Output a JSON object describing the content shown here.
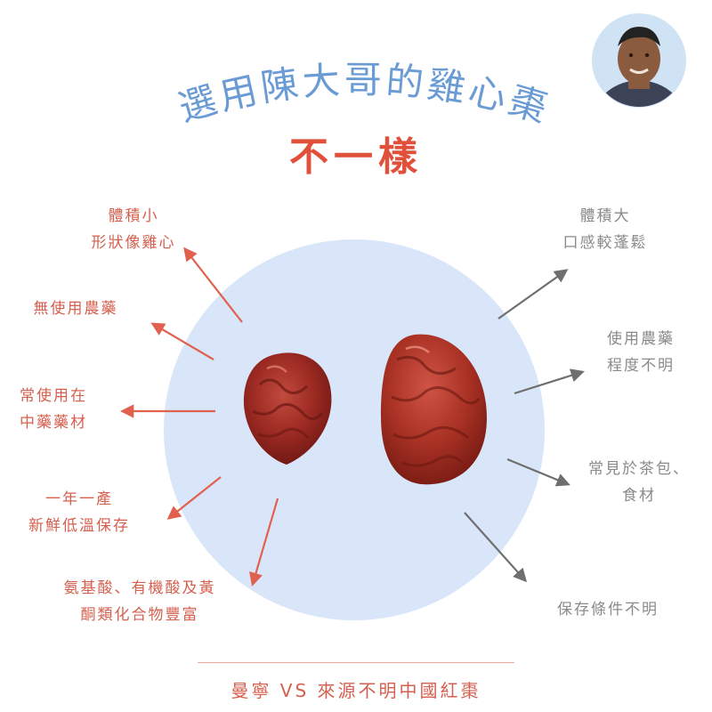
{
  "title": {
    "arc_text": "選用陳大哥的雞心棗",
    "subtitle": "不一樣"
  },
  "left_labels": [
    {
      "line1": "體積小",
      "line2": "形狀像雞心"
    },
    {
      "line1": "無使用農藥",
      "line2": ""
    },
    {
      "line1": "常使用在",
      "line2": "中藥藥材"
    },
    {
      "line1": "一年一產",
      "line2": "新鮮低溫保存"
    },
    {
      "line1": "氨基酸、有機酸及黃",
      "line2": "酮類化合物豐富"
    }
  ],
  "right_labels": [
    {
      "line1": "體積大",
      "line2": "口感較蓬鬆"
    },
    {
      "line1": "使用農藥",
      "line2": "程度不明"
    },
    {
      "line1": "常見於茶包、",
      "line2": "食材"
    },
    {
      "line1": "保存條件不明",
      "line2": ""
    }
  ],
  "footer": {
    "text": "曼寧 VS  來源不明中國紅棗"
  },
  "colors": {
    "title_blue": "#6a9bd4",
    "subtitle_red": "#e0503b",
    "left_accent": "#d5604f",
    "right_gray": "#8a8a8a",
    "circle_fill": "#d9e6f9",
    "date_red": "#9b2a22"
  },
  "icons": [
    "farmer-portrait",
    "small-jujube",
    "large-jujube"
  ]
}
